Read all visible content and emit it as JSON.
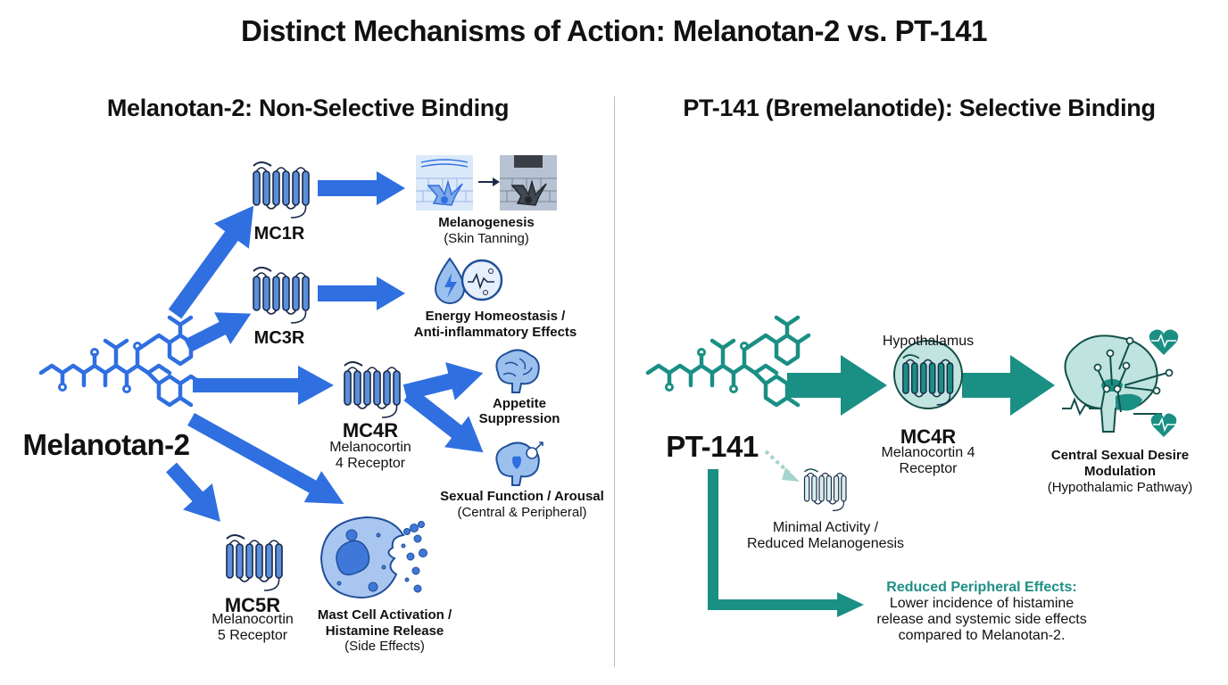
{
  "title": "Distinct Mechanisms of Action: Melanotan-2 vs. PT-141",
  "colors": {
    "mt2_blue": "#2f6fe0",
    "receptor_fill": "#5b8fdc",
    "pt141_teal": "#1a8f84",
    "teal_light": "#bfe3df",
    "callout_teal": "#1f8f85",
    "divider": "#bdbdbd"
  },
  "left": {
    "heading": "Melanotan-2: Non-Selective Binding",
    "drug_name": "Melanotan-2",
    "receptors": {
      "mc1r": {
        "name": "MC1R"
      },
      "mc3r": {
        "name": "MC3R"
      },
      "mc4r": {
        "name": "MC4R",
        "desc_line1": "Melanocortin",
        "desc_line2": "4 Receptor"
      },
      "mc5r": {
        "name": "MC5R",
        "desc_line1": "Melanocortin",
        "desc_line2": "5 Receptor"
      }
    },
    "effects": {
      "melanogenesis": {
        "title": "Melanogenesis",
        "sub": "(Skin Tanning)"
      },
      "energy": {
        "line1": "Energy Homeostasis /",
        "line2": "Anti-inflammatory Effects"
      },
      "appetite": {
        "line1": "Appetite",
        "line2": "Suppression"
      },
      "sexual": {
        "title": "Sexual Function / Arousal",
        "sub": "(Central & Peripheral)"
      },
      "mast": {
        "line1": "Mast Cell Activation /",
        "line2": "Histamine Release",
        "sub": "(Side Effects)"
      }
    }
  },
  "right": {
    "heading": "PT-141 (Bremelanotide): Selective Binding",
    "drug_name": "PT-141",
    "location": "Hypothalamus",
    "mc4r": {
      "name": "MC4R",
      "desc_line1": "Melanocortin 4",
      "desc_line2": "Receptor"
    },
    "central": {
      "line1": "Central Sexual Desire",
      "line2": "Modulation",
      "sub": "(Hypothalamic Pathway)"
    },
    "minimal": {
      "line1": "Minimal Activity /",
      "line2": "Reduced Melanogenesis"
    },
    "callout": {
      "title": "Reduced Peripheral Effects:",
      "line1": "Lower incidence of histamine",
      "line2": "release and systemic side effects",
      "line3": "compared to Melanotan-2."
    }
  }
}
